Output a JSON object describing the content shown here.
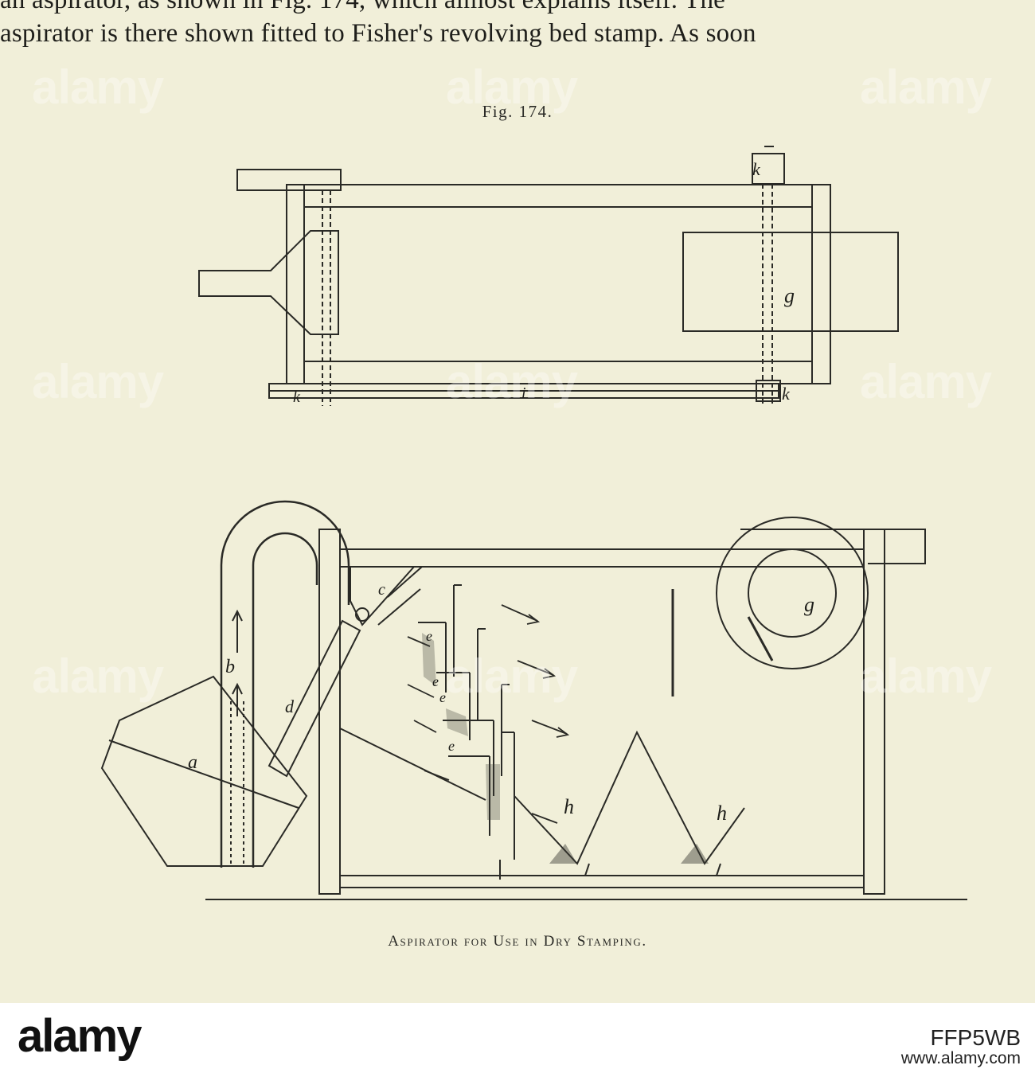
{
  "page": {
    "text_line_1": "an aspirator, as shown in Fig. 174, which almost explains itself. The",
    "text_line_2": "aspirator is there shown fitted to Fisher's revolving bed stamp. As soon",
    "figure_label": "Fig. 174.",
    "caption": "Aspirator for Use in Dry Stamping."
  },
  "figure_letters": {
    "top": [
      "k",
      "g",
      "i",
      "k",
      "k"
    ],
    "bottom": [
      "a",
      "b",
      "c",
      "d",
      "e",
      "e",
      "e",
      "e",
      "g",
      "h",
      "h"
    ]
  },
  "watermark": {
    "text": "alamy"
  },
  "footer": {
    "brand": "alamy",
    "image_id": "FFP5WB",
    "url": "www.alamy.com"
  },
  "colors": {
    "paper": "#f1efd9",
    "ink": "#1e1e1a"
  }
}
